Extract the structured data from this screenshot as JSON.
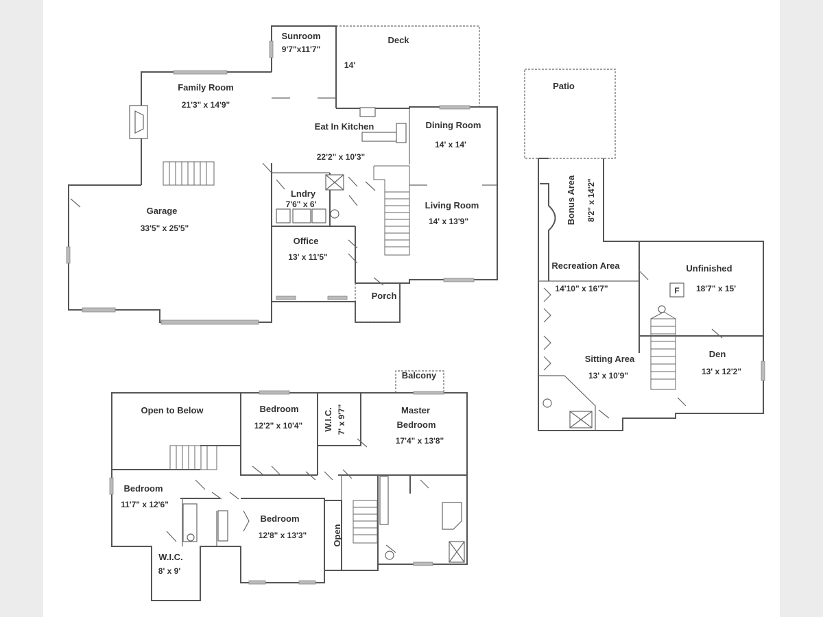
{
  "main_floor": {
    "sunroom": {
      "name": "Sunroom",
      "size": "9'7\"x11'7\""
    },
    "deck": {
      "name": "Deck",
      "size": "14'"
    },
    "family_room": {
      "name": "Family Room",
      "size": "21'3\" x 14'9\""
    },
    "kitchen": {
      "name": "Eat In Kitchen",
      "size": "22'2\" x 10'3\""
    },
    "dining_room": {
      "name": "Dining Room",
      "size": "14' x 14'"
    },
    "laundry": {
      "name": "Lndry",
      "size": "7'6\" x 6'"
    },
    "living_room": {
      "name": "Living Room",
      "size": "14' x 13'9\""
    },
    "garage": {
      "name": "Garage",
      "size": "33'5\" x 25'5\""
    },
    "office": {
      "name": "Office",
      "size": "13' x 11'5\""
    },
    "porch": {
      "name": "Porch"
    }
  },
  "lower_level": {
    "patio": {
      "name": "Patio"
    },
    "bonus_area": {
      "name": "Bonus Area",
      "size": "8'2\" x 14'2\""
    },
    "recreation_area": {
      "name": "Recreation Area",
      "size": "14'10\" x 16'7\""
    },
    "unfinished": {
      "name": "Unfinished",
      "size": "18'7\" x 15'"
    },
    "furnace": {
      "label": "F"
    },
    "sitting_area": {
      "name": "Sitting Area",
      "size": "13' x 10'9\""
    },
    "den": {
      "name": "Den",
      "size": "13' x 12'2\""
    }
  },
  "upper_floor": {
    "balcony": {
      "name": "Balcony"
    },
    "open_to_below": {
      "name": "Open to Below"
    },
    "bedroom_2": {
      "name": "Bedroom",
      "size": "12'2\" x 10'4\""
    },
    "wic_master": {
      "name": "W.I.C.",
      "size": "7' x 9'7\""
    },
    "master_bedroom": {
      "line1": "Master",
      "line2": "Bedroom",
      "size": "17'4\" x 13'8\""
    },
    "bedroom_3": {
      "name": "Bedroom",
      "size": "11'7\" x 12'6\""
    },
    "bedroom_4": {
      "name": "Bedroom",
      "size": "12'8\" x 13'3\""
    },
    "open": {
      "name": "Open"
    },
    "wic_bedroom": {
      "name": "W.I.C.",
      "size": "8' x 9'"
    }
  }
}
